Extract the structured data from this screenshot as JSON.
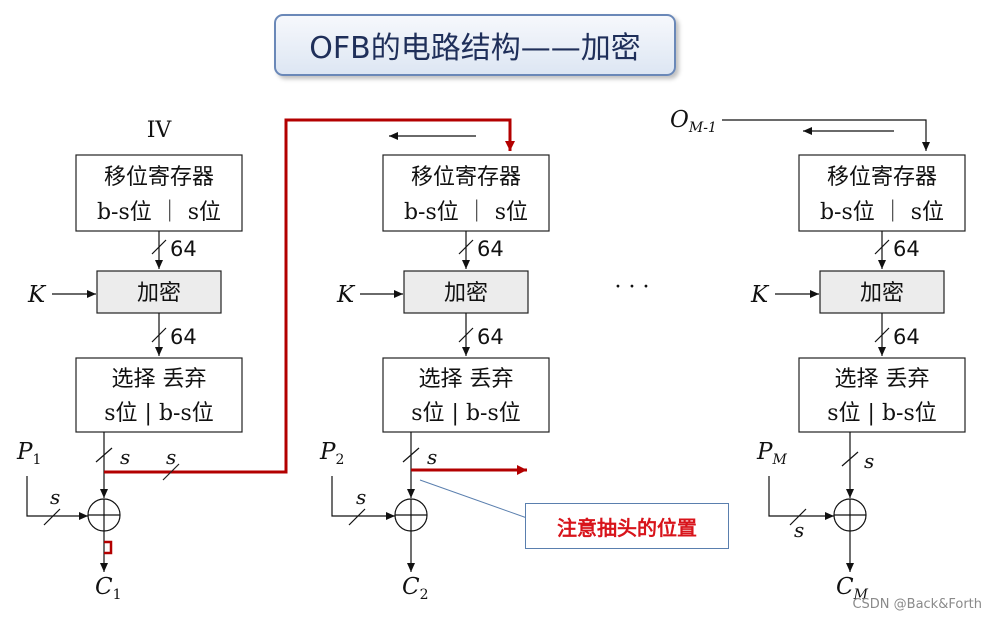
{
  "title": "OFB的电路结构——加密",
  "note": "注意抽头的位置",
  "watermark": "CSDN @Back&Forth",
  "ellipsis": "· · ·",
  "stages": [
    {
      "top_input": "IV",
      "register": {
        "line1": "移位寄存器",
        "line2": "b-s位 ｜ s位"
      },
      "width1": "64",
      "key": "K",
      "encrypt": "加密",
      "width2": "64",
      "select": {
        "line1": "选择  丢弃",
        "line2": "s位 | b-s位"
      },
      "s_label": "s",
      "plain": {
        "base": "P",
        "sub": "1"
      },
      "plain_s": "s",
      "cipher": {
        "base": "C",
        "sub": "1"
      },
      "feedback_s": "s"
    },
    {
      "register": {
        "line1": "移位寄存器",
        "line2": "b-s位 ｜ s位"
      },
      "width1": "64",
      "key": "K",
      "encrypt": "加密",
      "width2": "64",
      "select": {
        "line1": "选择  丢弃",
        "line2": "s位 | b-s位"
      },
      "s_label": "s",
      "plain": {
        "base": "P",
        "sub": "2"
      },
      "plain_s": "s",
      "cipher": {
        "base": "C",
        "sub": "2"
      }
    },
    {
      "top_input": {
        "base": "O",
        "sub": "M-1"
      },
      "register": {
        "line1": "移位寄存器",
        "line2": "b-s位 ｜ s位"
      },
      "width1": "64",
      "key": "K",
      "encrypt": "加密",
      "width2": "64",
      "select": {
        "line1": "选择  丢弃",
        "line2": "s位 | b-s位"
      },
      "s_label": "s",
      "plain": {
        "base": "P",
        "sub": "M"
      },
      "plain_s": "s",
      "cipher": {
        "base": "C",
        "sub": "M"
      }
    }
  ],
  "colors": {
    "feedback": "#b30000",
    "note_text": "#d8141b",
    "title_border": "#6a88b8"
  }
}
